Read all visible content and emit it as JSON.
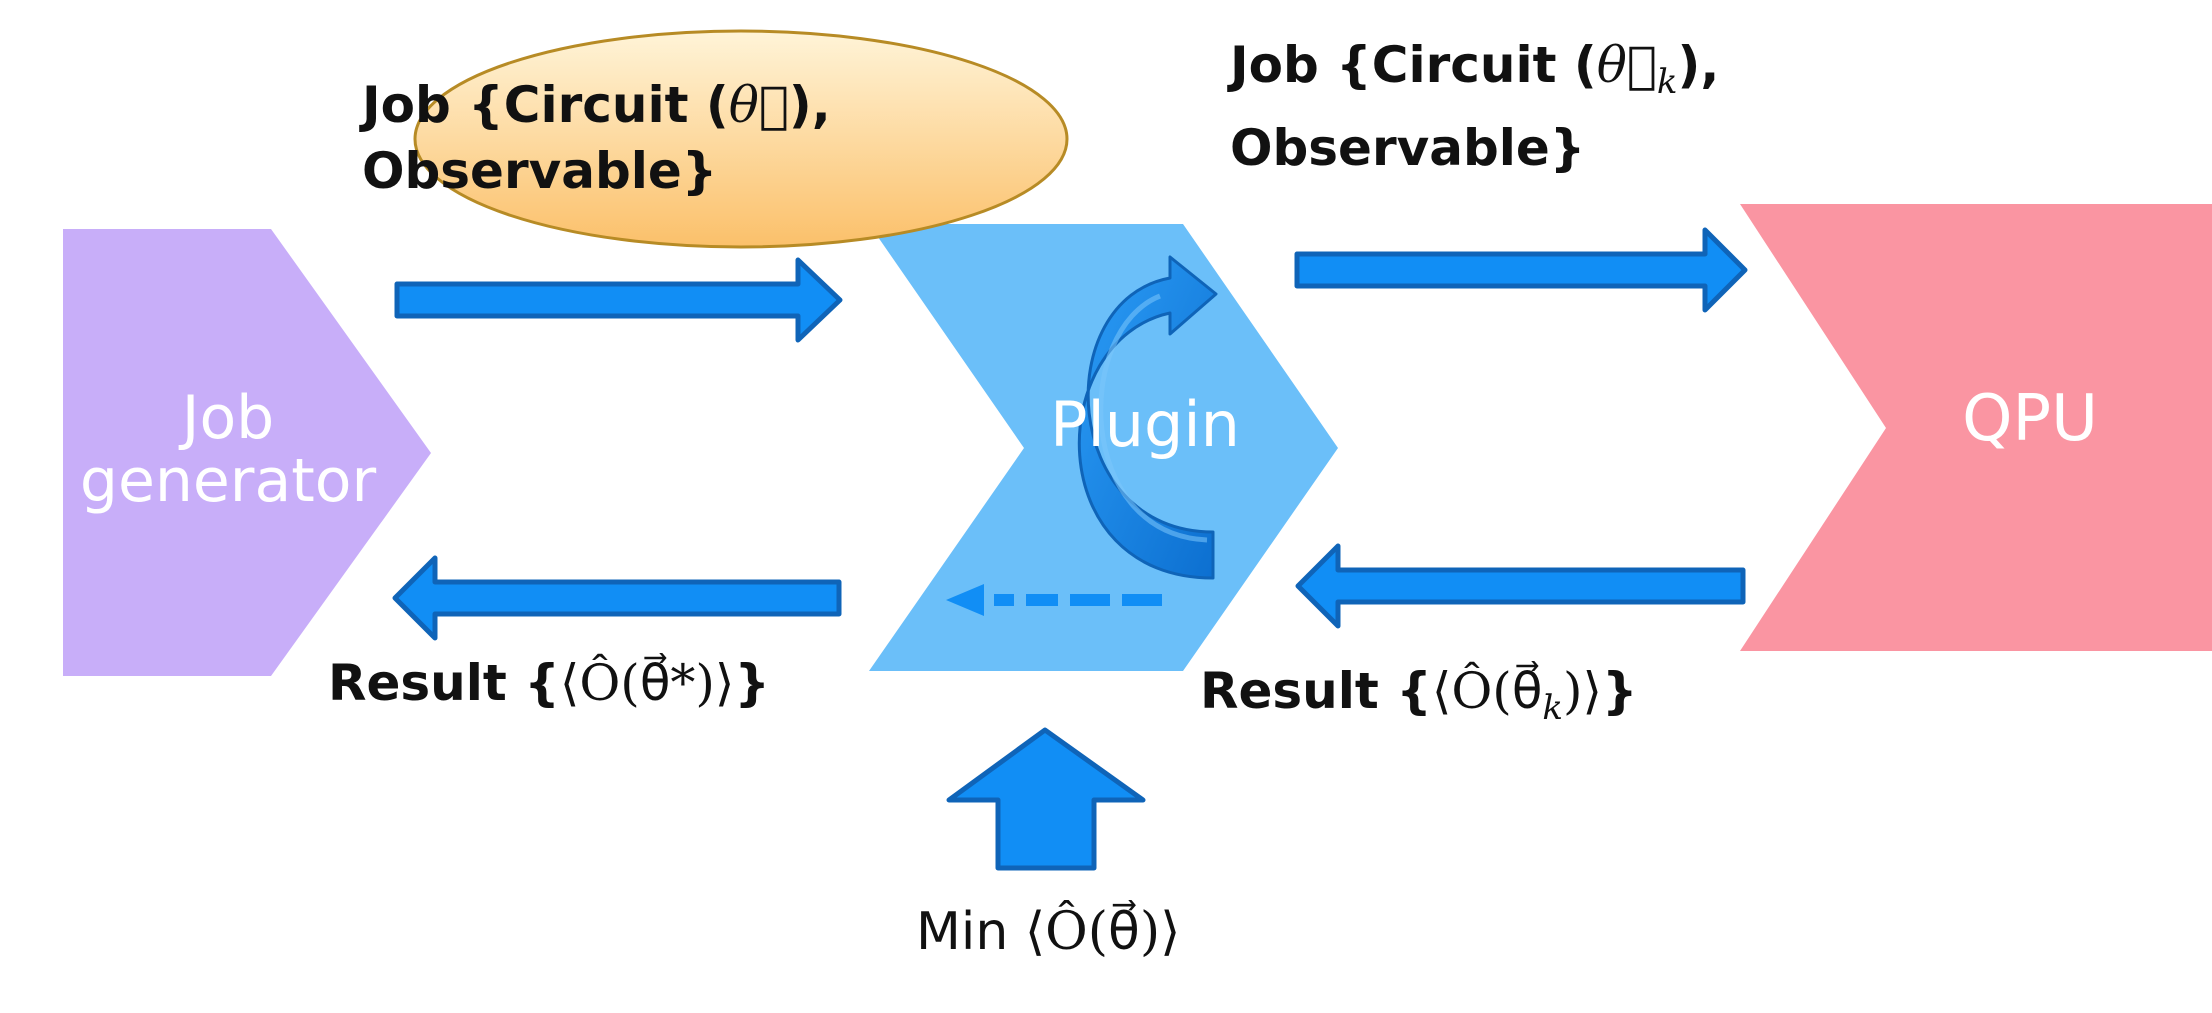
{
  "colors": {
    "job_generator": "#c8aef9",
    "plugin": "#6bbff9",
    "qpu": "#fa95a2",
    "arrow_fill": "#118ef5",
    "arrow_stroke": "#0f64b8",
    "ellipse_fill_top": "#fff4d8",
    "ellipse_fill_bottom": "#fbc06a",
    "ellipse_stroke": "#b78b25",
    "node_text": "#ffffff",
    "label_text": "#111111"
  },
  "nodes": {
    "job_generator": {
      "line1": "Job",
      "line2": "generator"
    },
    "plugin": {
      "label": "Plugin"
    },
    "qpu": {
      "label": "QPU"
    }
  },
  "labels": {
    "job_in": {
      "line1_text": "Job {Circuit (",
      "line1_math": "θ⃗",
      "line1_end": "),",
      "line2": "Observable}"
    },
    "job_out": {
      "line1_text": "Job {Circuit (",
      "line1_math": "θ⃗",
      "line1_sub": "k",
      "line1_end": "),",
      "line2": "Observable}"
    },
    "result_out": {
      "text": "Result {",
      "math": "⟨Ô(θ⃗*)⟩",
      "end": "}"
    },
    "result_in": {
      "text": "Result {",
      "math": "⟨Ô(θ⃗",
      "sub": "k",
      "math_end": ")⟩",
      "end": "}"
    },
    "min": {
      "text": "Min ",
      "math": "⟨Ô(θ⃗)⟩"
    }
  }
}
